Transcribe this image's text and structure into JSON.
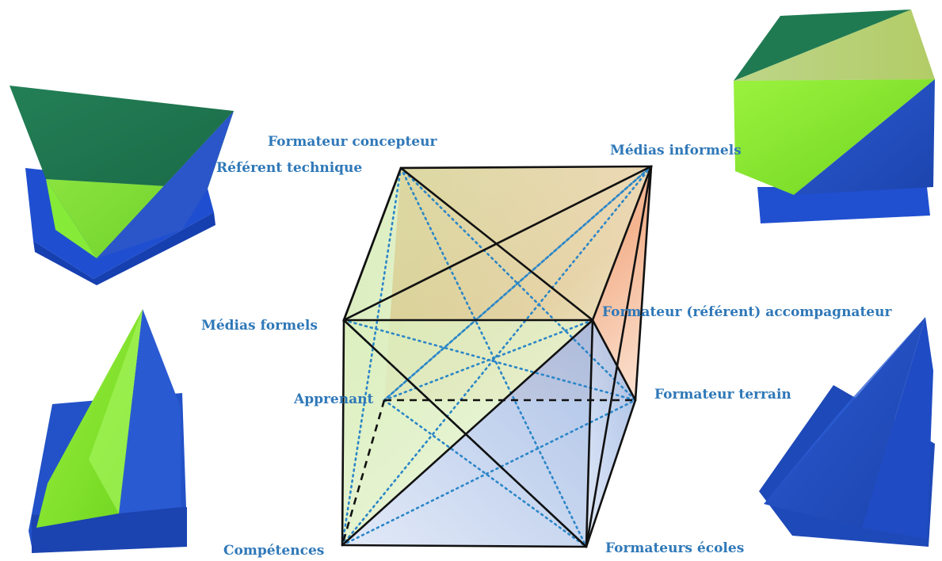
{
  "labels": {
    "formateur_concepteur": "Formateur concepteur",
    "referent_technique": "Référent technique",
    "medias_informels": "Médias informels",
    "medias_formels": "Médias formels",
    "formateur_accompagnateur": "Formateur (référent) accompagnateur",
    "apprenant": "Apprenant",
    "formateur_terrain": "Formateur terrain",
    "competences": "Compétences",
    "formateurs_ecoles": "Formateurs écoles"
  },
  "colors": {
    "label_blue": "#2f78b8",
    "edge_black": "#111111",
    "dotted_blue": "#2b86c8",
    "face_orange": "#f3b08a",
    "face_green": "#c6e59a",
    "face_blue": "#a9c1e6",
    "print_dark_green": "#1f7a52",
    "print_lime": "#86ee2c",
    "print_blue": "#2352c8",
    "print_yellow": "#e9ec7e"
  },
  "icons": {
    "octahedron_print": "3d-printed-octahedron-photo",
    "cube_print": "3d-printed-cube-photo",
    "pyramid_lime_print": "3d-printed-lime-pyramid-photo",
    "pyramid_blue_print": "3d-printed-blue-pyramid-photo"
  }
}
